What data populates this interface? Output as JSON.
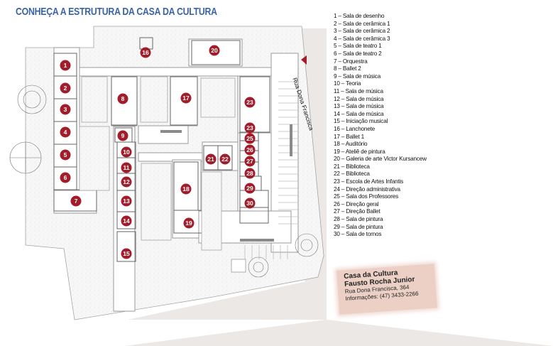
{
  "header": {
    "title": "CONHEÇA A ESTRUTURA DA CASA DA CULTURA"
  },
  "map": {
    "street_label": "Rua Dona Francisca",
    "accent_color": "#a31c2a",
    "rooms": [
      {
        "number": "1",
        "name": "Sala de desenho"
      },
      {
        "number": "2",
        "name": "Sala de cerâmica 1"
      },
      {
        "number": "3",
        "name": "Sala de cerâmica 2"
      },
      {
        "number": "4",
        "name": "Sala de cerâmica 3"
      },
      {
        "number": "5",
        "name": "Sala de teatro 1"
      },
      {
        "number": "6",
        "name": "Sala de teatro 2"
      },
      {
        "number": "7",
        "name": "Orquestra"
      },
      {
        "number": "8",
        "name": "Ballet 2"
      },
      {
        "number": "9",
        "name": "Sala de música"
      },
      {
        "number": "10",
        "name": "Teoria"
      },
      {
        "number": "11",
        "name": "Sala de música"
      },
      {
        "number": "12",
        "name": "Sala de música"
      },
      {
        "number": "13",
        "name": "Sala de música"
      },
      {
        "number": "14",
        "name": "Sala de música"
      },
      {
        "number": "15",
        "name": "Iniciação musical"
      },
      {
        "number": "16",
        "name": "Lanchonete"
      },
      {
        "number": "17",
        "name": "Ballet 1"
      },
      {
        "number": "18",
        "name": "Auditório"
      },
      {
        "number": "19",
        "name": "Ateliê de pintura"
      },
      {
        "number": "20",
        "name": "Galeria de arte Victor Kursancew"
      },
      {
        "number": "21",
        "name": "Biblioteca"
      },
      {
        "number": "22",
        "name": "Biblioteca"
      },
      {
        "number": "23",
        "name": "Escola de Artes Infantis"
      },
      {
        "number": "24",
        "name": "Direção administrativa"
      },
      {
        "number": "25",
        "name": "Sala dos Professores"
      },
      {
        "number": "26",
        "name": "Direção geral"
      },
      {
        "number": "27",
        "name": "Direção Ballet"
      },
      {
        "number": "28",
        "name": "Sala de pintura"
      },
      {
        "number": "29",
        "name": "Sala de pintura"
      },
      {
        "number": "30",
        "name": "Sala de tornos"
      }
    ],
    "extra_badge": "23"
  },
  "info_card": {
    "name_line1": "Casa da Cultura",
    "name_line2": "Fausto Rocha Junior",
    "address": "Rua Dona Francisca, 364",
    "phone": "Informações: (47) 3433-2266"
  }
}
